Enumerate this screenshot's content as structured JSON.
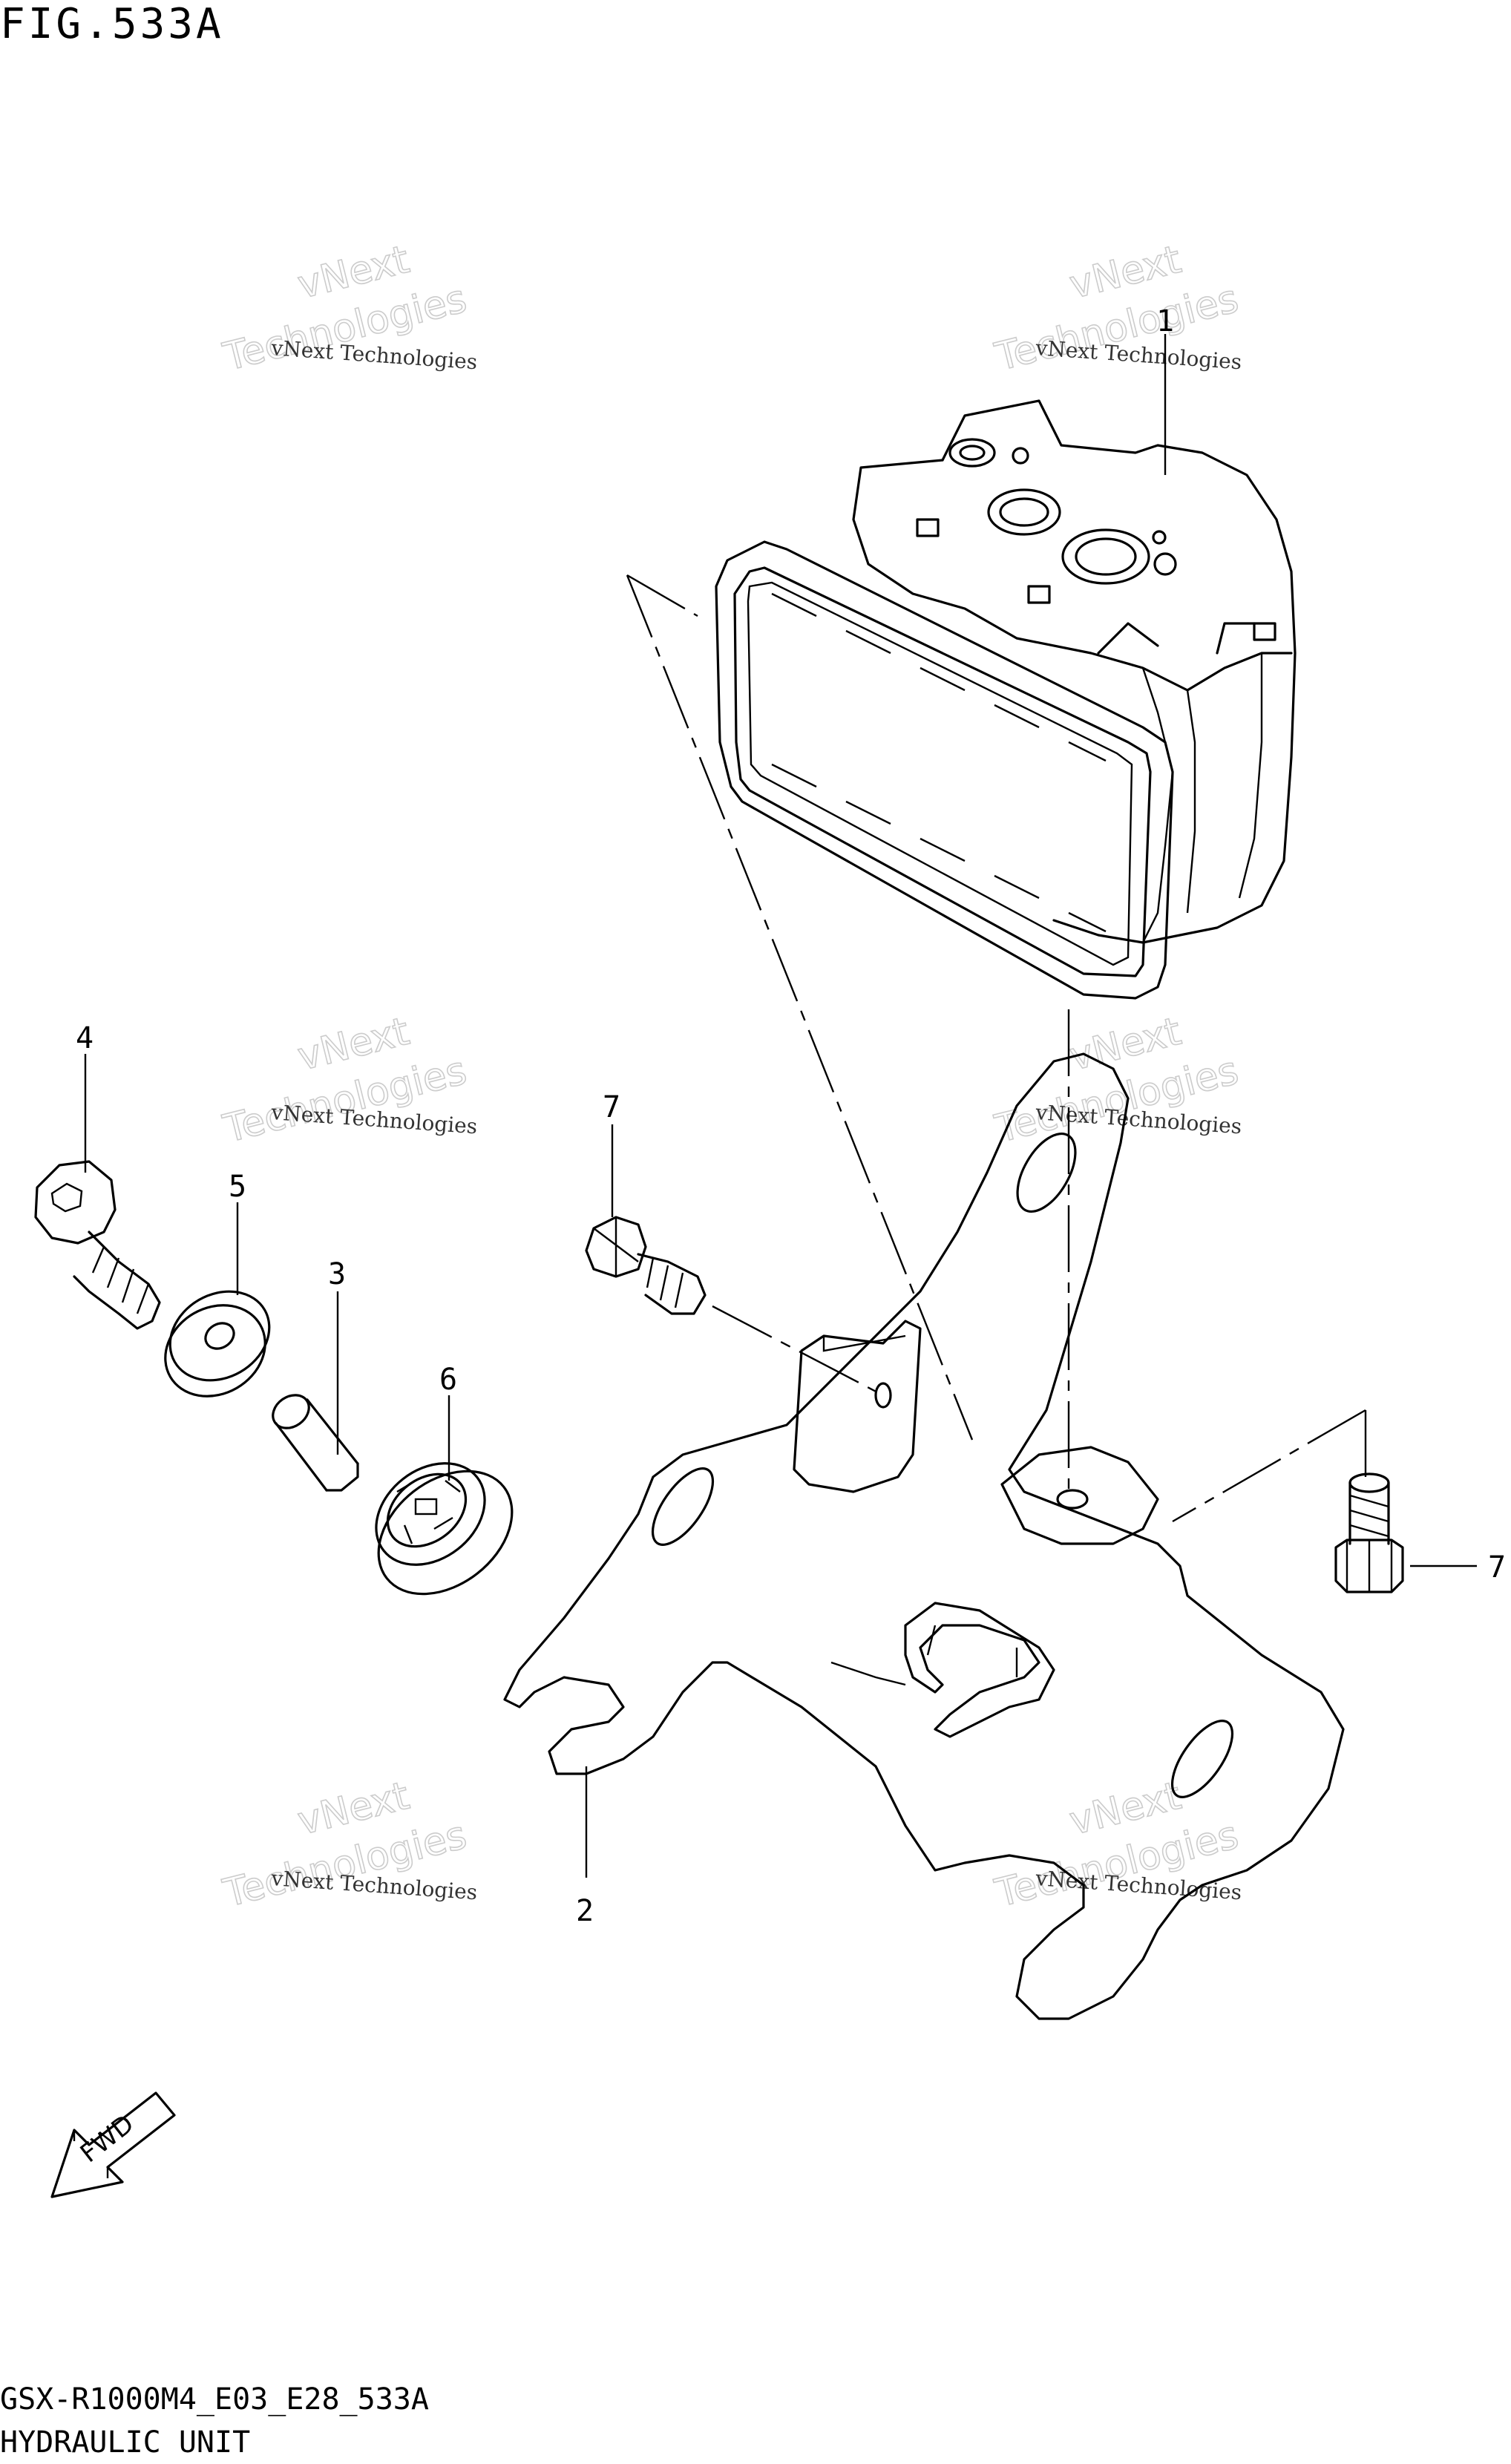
{
  "figure": {
    "title": "FIG.533A"
  },
  "footer": {
    "code": "GSX-R1000M4_E03_E28_533A",
    "name": "HYDRAULIC UNIT"
  },
  "watermark": {
    "line": "vNext Technologies",
    "big_top": "vNext",
    "big_bottom": "Technologies"
  },
  "callouts": {
    "c1": "1",
    "c2": "2",
    "c3": "3",
    "c4": "4",
    "c5": "5",
    "c6": "6",
    "c7a": "7",
    "c7b": "7"
  },
  "fwd_arrow": {
    "label": "FWD"
  }
}
